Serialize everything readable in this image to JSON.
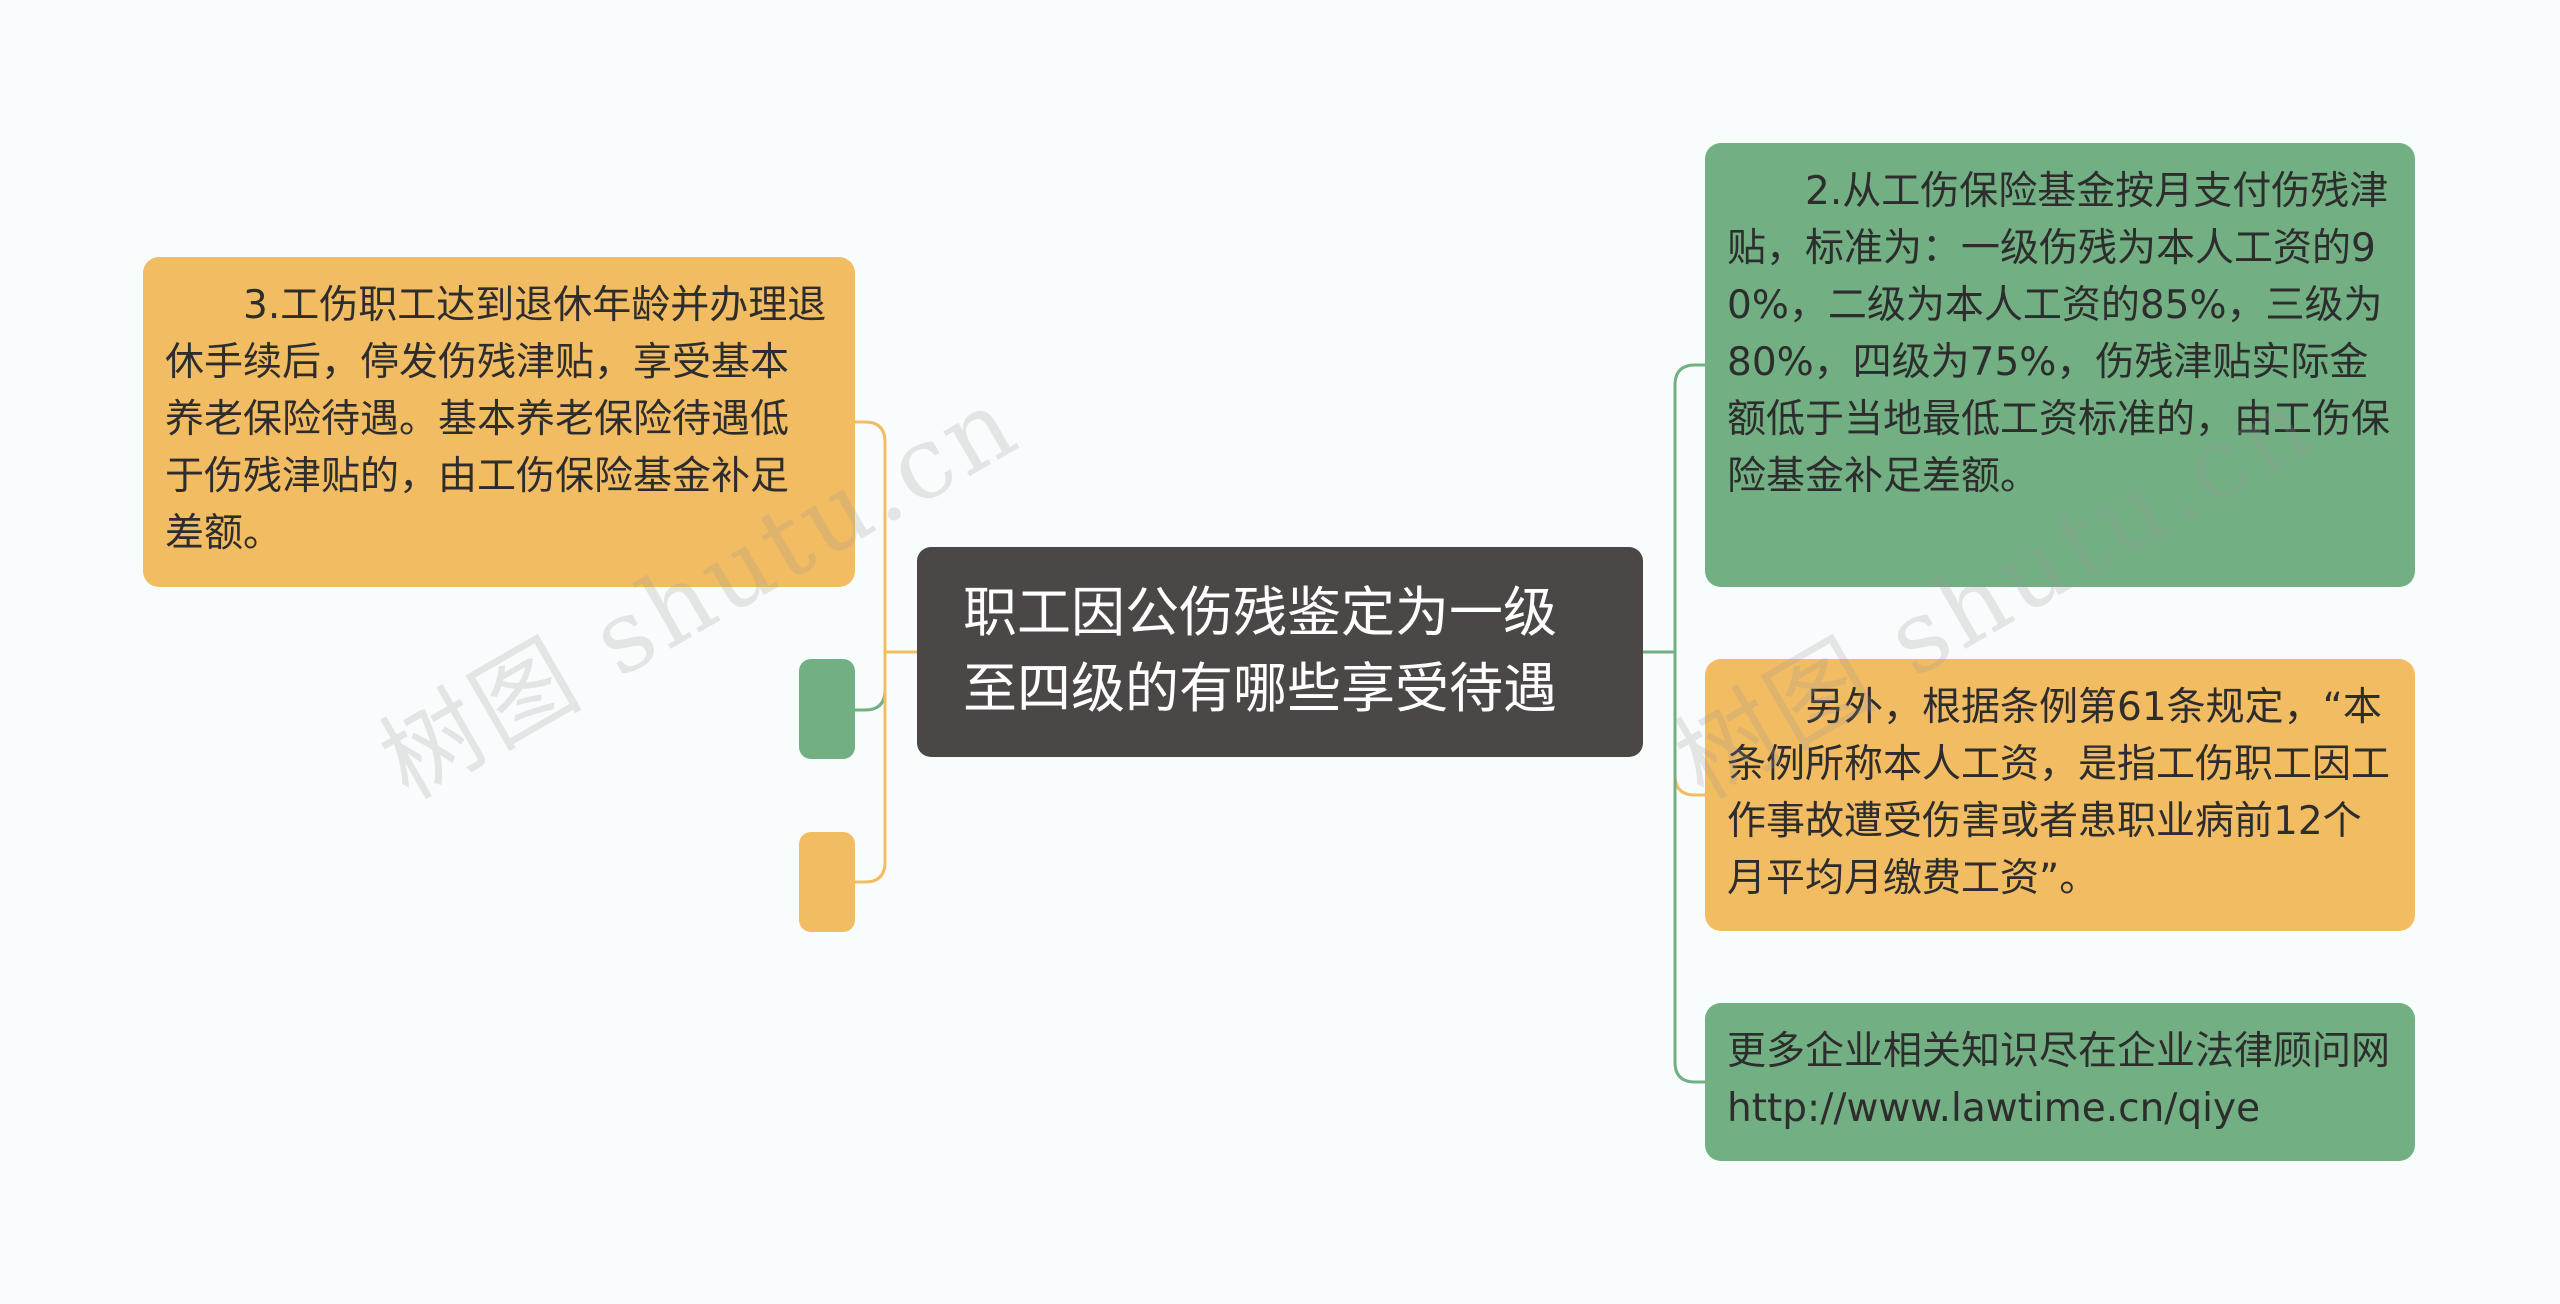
{
  "central": {
    "text": "职工因公伤残鉴定为一级至四级的有哪些享受待遇"
  },
  "left": {
    "main": "　　3.工伤职工达到退休年龄并办理退休手续后，停发伤残津贴，享受基本养老保险待遇。基本养老保险待遇低于伤残津贴的，由工伤保险基金补足差额。"
  },
  "right": {
    "items": [
      {
        "text": "　　2.从工伤保险基金按月支付伤残津贴，标准为：一级伤残为本人工资的90%，二级为本人工资的85%，三级为80%，四级为75%，伤残津贴实际金额低于当地最低工资标准的，由工伤保险基金补足差额。"
      },
      {
        "text": "　　另外，根据条例第61条规定，“本条例所称本人工资，是指工伤职工因工作事故遭受伤害或者患职业病前12个月平均月缴费工资”。"
      },
      {
        "text": "更多企业相关知识尽在企业法律顾问网http://www.lawtime.cn/qiye"
      }
    ]
  },
  "watermark": "树图 shutu.cn",
  "colors": {
    "background": "#f9fcfc",
    "central": "#4b4747",
    "yellow": "#f2bc62",
    "green": "#72b084",
    "line_yellow": "#f2bc62",
    "line_green": "#72b084"
  }
}
